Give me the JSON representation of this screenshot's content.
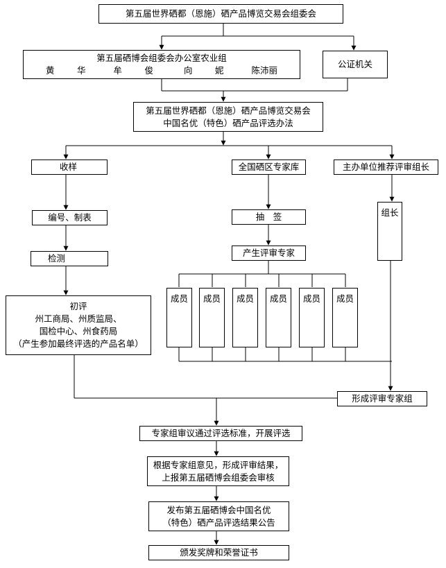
{
  "organizer": "第五届世界硒都（恩施）硒产品博览交易会组委会",
  "office": {
    "title": "第五届硒博会组委会办公室农业组",
    "members": [
      "黄　华",
      "牟　俊",
      "向　妮",
      "陈沛丽"
    ]
  },
  "notary": "公证机关",
  "method": [
    "第五届世界硒都（恩施）硒产品博览交易会",
    "中国名优（特色）硒产品评选办法"
  ],
  "branch_sample": {
    "receive": "收样",
    "number": "编号、制表",
    "test": "检测",
    "prelim": [
      "初评",
      "州工商局、州质监局、",
      "国检中心、州食药局",
      "（产生参加最终评选的产品名单）"
    ]
  },
  "branch_expert": {
    "library": "全国硒区专家库",
    "draw": "抽　签",
    "produce": "产生评审专家",
    "members": [
      "成员",
      "成员",
      "成员",
      "成员",
      "成员",
      "成员"
    ]
  },
  "branch_leader": {
    "recommend": "主办单位推荐评审组长",
    "leader": "组长"
  },
  "form_group": "形成评审专家组",
  "review_standard": "专家组审议通过评选标准，开展评选",
  "result": [
    "根据专家组意见，形成评审结果，",
    "上报第五届硒博会组委会审核"
  ],
  "publish": [
    "发布第五届硒博会中国名优",
    "（特色）硒产品评选结果公告"
  ],
  "award": "颁发奖牌和荣誉证书"
}
